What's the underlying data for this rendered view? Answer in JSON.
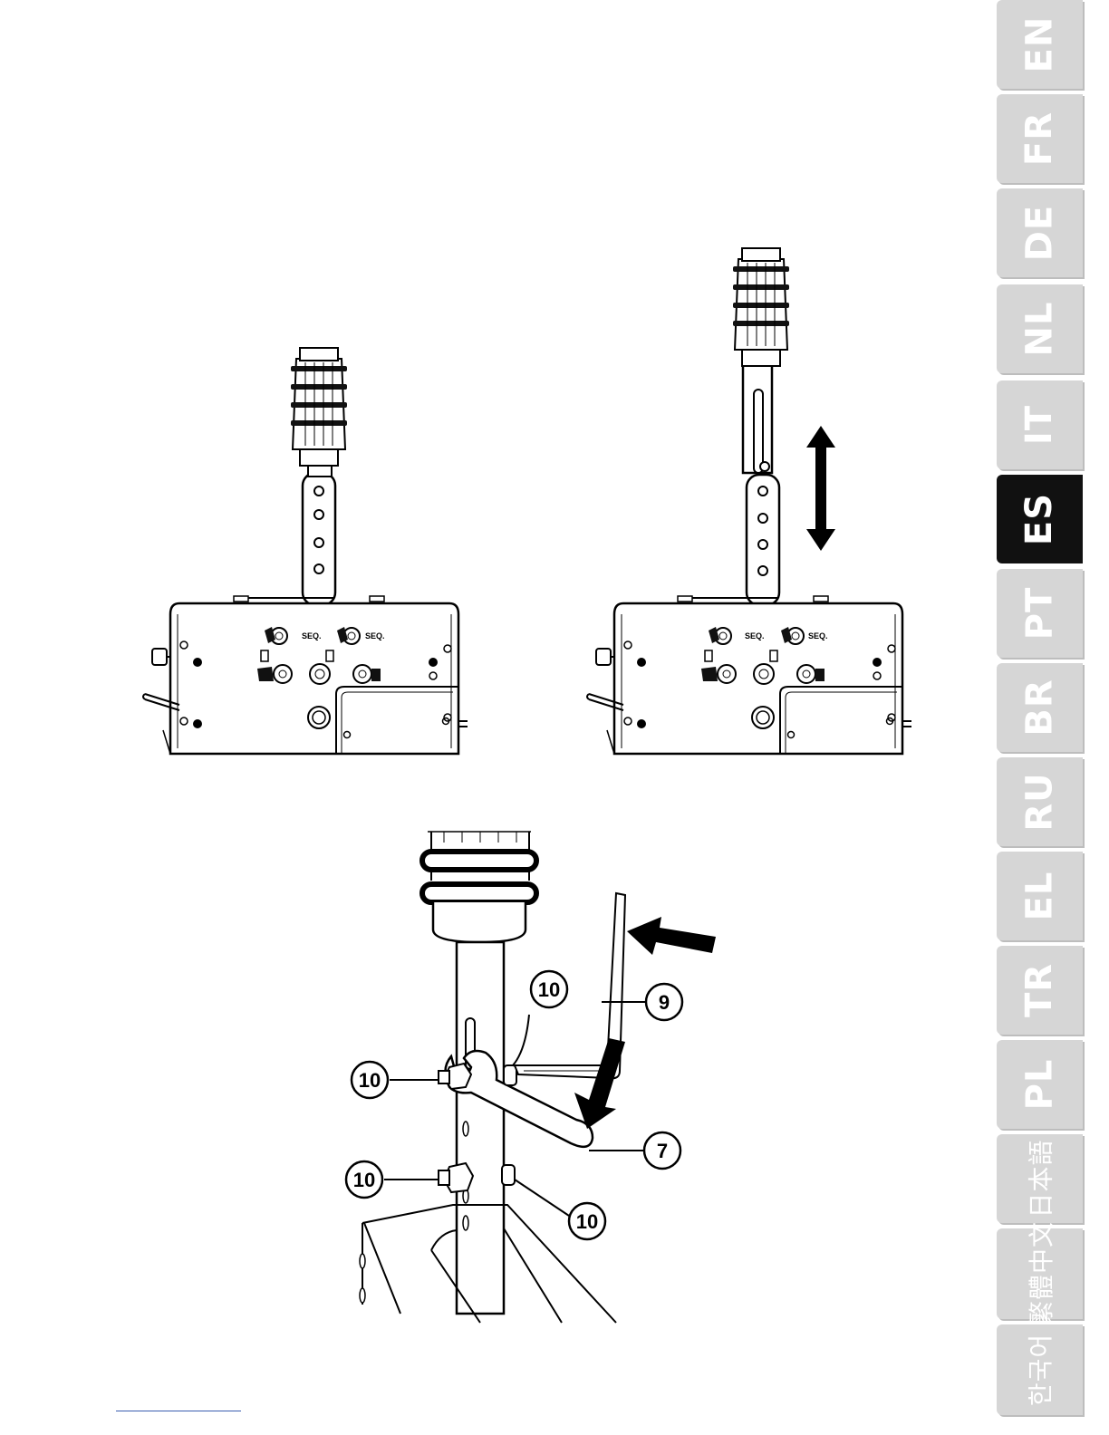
{
  "languages": [
    {
      "code": "EN",
      "active": false
    },
    {
      "code": "FR",
      "active": false
    },
    {
      "code": "DE",
      "active": false
    },
    {
      "code": "NL",
      "active": false
    },
    {
      "code": "IT",
      "active": false
    },
    {
      "code": "ES",
      "active": true
    },
    {
      "code": "PT",
      "active": false
    },
    {
      "code": "BR",
      "active": false
    },
    {
      "code": "RU",
      "active": false
    },
    {
      "code": "EL",
      "active": false
    },
    {
      "code": "TR",
      "active": false
    },
    {
      "code": "PL",
      "active": false
    },
    {
      "code": "日本語",
      "active": false
    },
    {
      "code": "繁體中文",
      "active": false
    },
    {
      "code": "한국어",
      "active": false
    }
  ],
  "illustration": {
    "seq_label": "SEQ.",
    "callouts": {
      "wrench_upper_nut": "10",
      "wrench_bolt": "10",
      "lower_nut": "10",
      "lower_bolt": "10",
      "allen_key": "9",
      "wrench": "7"
    }
  },
  "colors": {
    "tab_inactive": "#d6d6d6",
    "tab_active": "#111111",
    "line": "#000000"
  }
}
